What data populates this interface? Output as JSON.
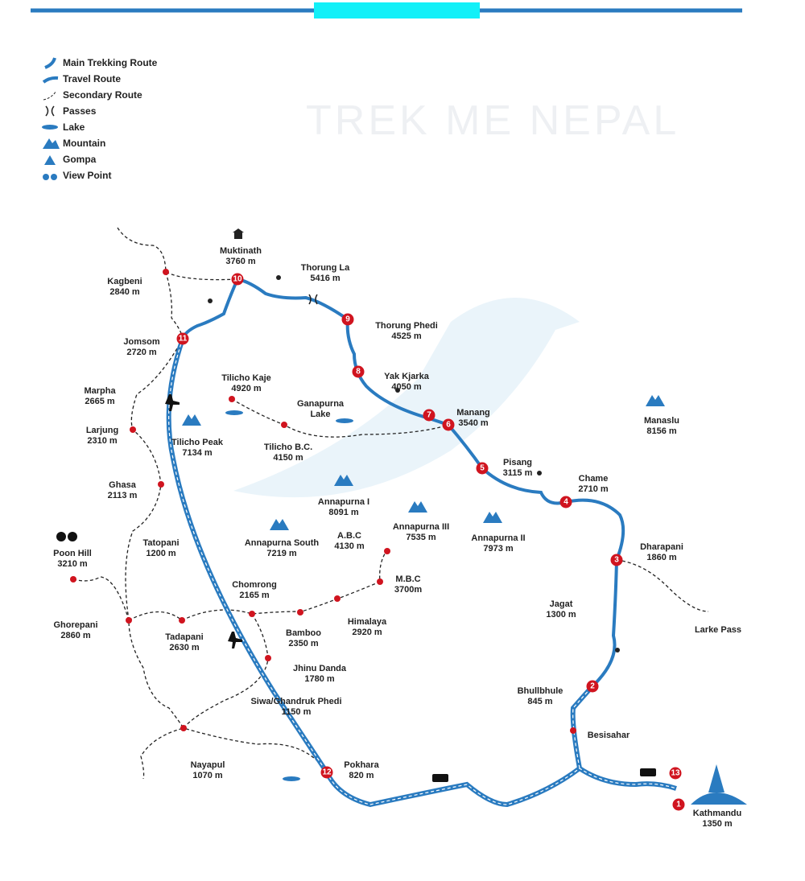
{
  "legend": [
    "Main Trekking Route",
    "Travel Route",
    "Secondary Route",
    "Passes",
    "Lake",
    "Mountain",
    "Gompa",
    "View Point"
  ],
  "watermark": "TREK ME NEPAL",
  "colors": {
    "route": "#2a7bc0",
    "marker": "#d0141f",
    "header_accent": "#12f0f8"
  },
  "markers": [
    "1",
    "2",
    "3",
    "4",
    "5",
    "6",
    "7",
    "8",
    "9",
    "10",
    "11",
    "12",
    "13"
  ],
  "places": [
    {
      "name": "Muktinath",
      "alt": "3760 m"
    },
    {
      "name": "Thorung La",
      "alt": "5416 m"
    },
    {
      "name": "Kagbeni",
      "alt": "2840 m"
    },
    {
      "name": "Thorung Phedi",
      "alt": "4525 m"
    },
    {
      "name": "Jomsom",
      "alt": "2720 m"
    },
    {
      "name": "Yak Kjarka",
      "alt": "4050 m"
    },
    {
      "name": "Tilicho Kaje",
      "alt": "4920 m"
    },
    {
      "name": "Marpha",
      "alt": "2665 m"
    },
    {
      "name": "Ganapurna",
      "alt": "Lake"
    },
    {
      "name": "Manang",
      "alt": "3540 m"
    },
    {
      "name": "Manaslu",
      "alt": "8156 m"
    },
    {
      "name": "Larjung",
      "alt": "2310 m"
    },
    {
      "name": "Tilicho Peak",
      "alt": "7134 m"
    },
    {
      "name": "Tilicho B.C.",
      "alt": "4150 m"
    },
    {
      "name": "Pisang",
      "alt": "3115 m"
    },
    {
      "name": "Chame",
      "alt": "2710 m"
    },
    {
      "name": "Ghasa",
      "alt": "2113 m"
    },
    {
      "name": "Annapurna I",
      "alt": "8091 m"
    },
    {
      "name": "Annapurna III",
      "alt": "7535 m"
    },
    {
      "name": "Annapurna II",
      "alt": "7973 m"
    },
    {
      "name": "A.B.C",
      "alt": "4130 m"
    },
    {
      "name": "Annapurna South",
      "alt": "7219 m"
    },
    {
      "name": "Tatopani",
      "alt": "1200 m"
    },
    {
      "name": "Poon Hill",
      "alt": "3210 m"
    },
    {
      "name": "Dharapani",
      "alt": "1860 m"
    },
    {
      "name": "Chomrong",
      "alt": "2165 m"
    },
    {
      "name": "M.B.C",
      "alt": "3700m"
    },
    {
      "name": "Jagat",
      "alt": "1300 m"
    },
    {
      "name": "Himalaya",
      "alt": "2920 m"
    },
    {
      "name": "Ghorepani",
      "alt": "2860 m"
    },
    {
      "name": "Larke Pass",
      "alt": ""
    },
    {
      "name": "Bamboo",
      "alt": "2350 m"
    },
    {
      "name": "Tadapani",
      "alt": "2630 m"
    },
    {
      "name": "Jhinu Danda",
      "alt": "1780 m"
    },
    {
      "name": "Bhullbhule",
      "alt": "845 m"
    },
    {
      "name": "Siwa/Ghandruk Phedi",
      "alt": "1150 m"
    },
    {
      "name": "Besisahar",
      "alt": ""
    },
    {
      "name": "Nayapul",
      "alt": "1070 m"
    },
    {
      "name": "Pokhara",
      "alt": "820 m"
    },
    {
      "name": "Kathmandu",
      "alt": "1350 m"
    }
  ]
}
